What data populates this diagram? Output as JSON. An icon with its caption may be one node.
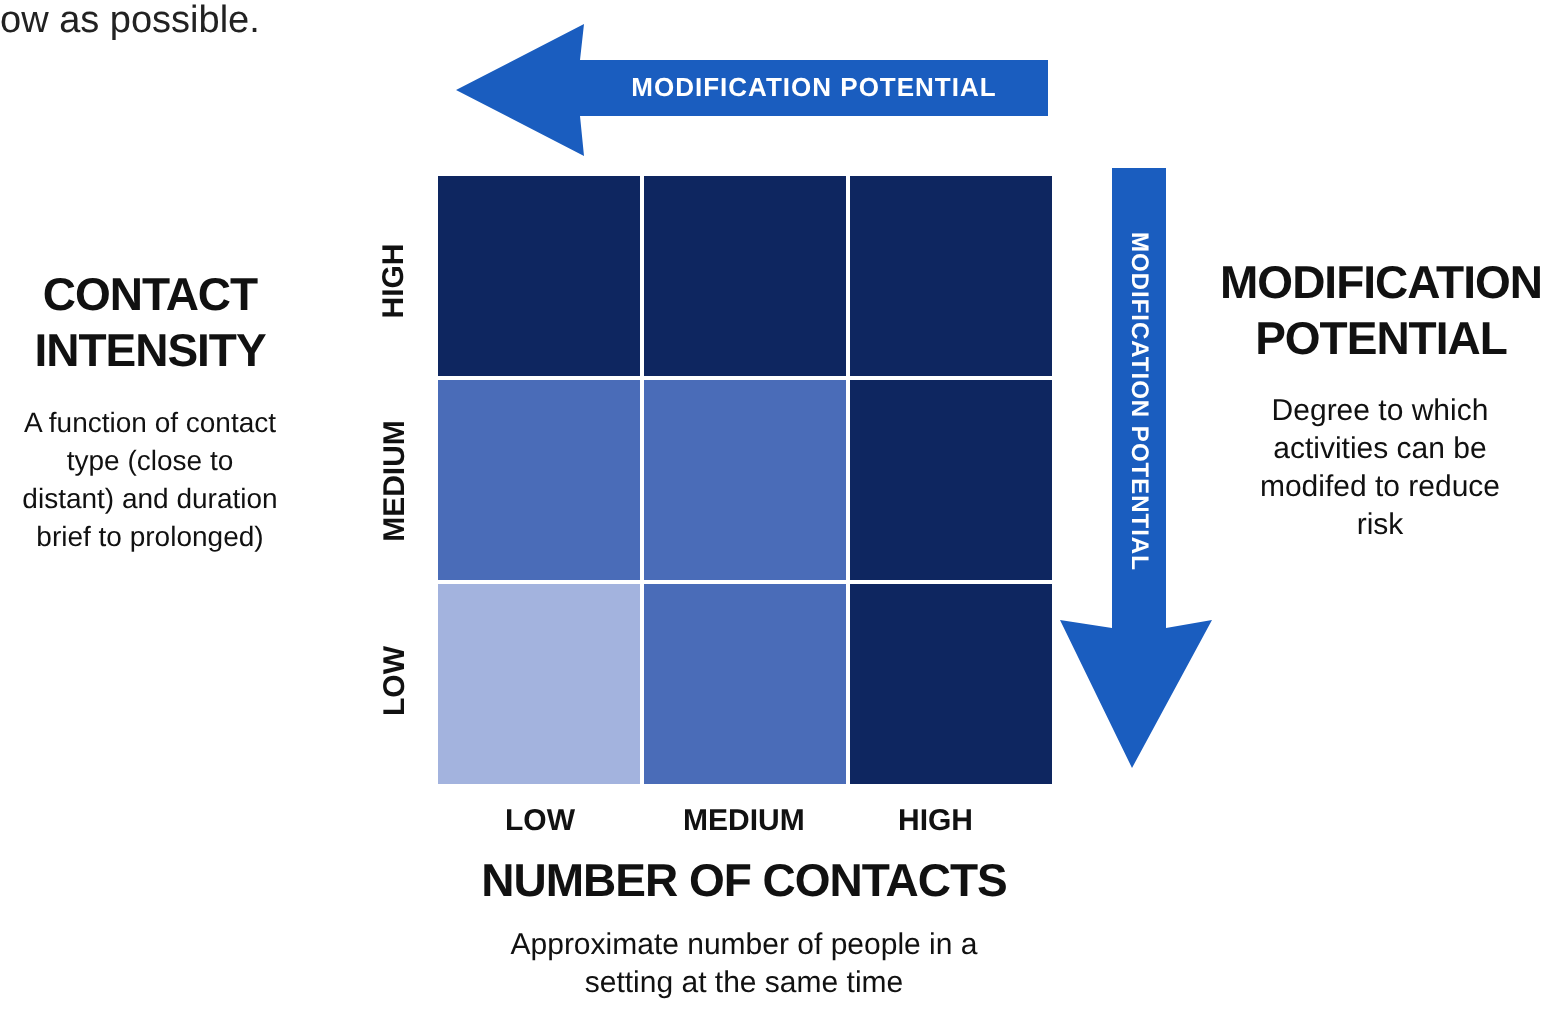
{
  "diagram": {
    "nodes": [
      {
        "text": [
          "MODIFICATION POTENTIAL"
        ]
      },
      {
        "text": [],
        "shape": "box"
      },
      {
        "text": [],
        "shape": "box"
      },
      {
        "text": [],
        "shape": "box"
      },
      {
        "text": [],
        "shape": "box"
      },
      {
        "text": [],
        "shape": "box"
      },
      {
        "text": [],
        "shape": "box"
      },
      {
        "text": [],
        "shape": "box"
      },
      {
        "text": [],
        "shape": "box"
      },
      {
        "text": [],
        "shape": "box"
      },
      {
        "text": [
          "MODIFICATION POTENTIAL"
        ]
      }
    ],
    "labels": [
      "ow as possible.",
      "CONTACT INTENSITY",
      "A function of contact type (close to distant) and duration brief to prolonged)",
      "HIGH",
      "MEDIUM",
      "LOW",
      "MODIFICATION POTENTIAL",
      "Degree to which activities can be modifed to reduce risk",
      "LOW",
      "MEDIUM",
      "HIGH",
      "NUMBER OF CONTACTS",
      "Approximate number of people in a setting at the same time"
    ]
  }
}
